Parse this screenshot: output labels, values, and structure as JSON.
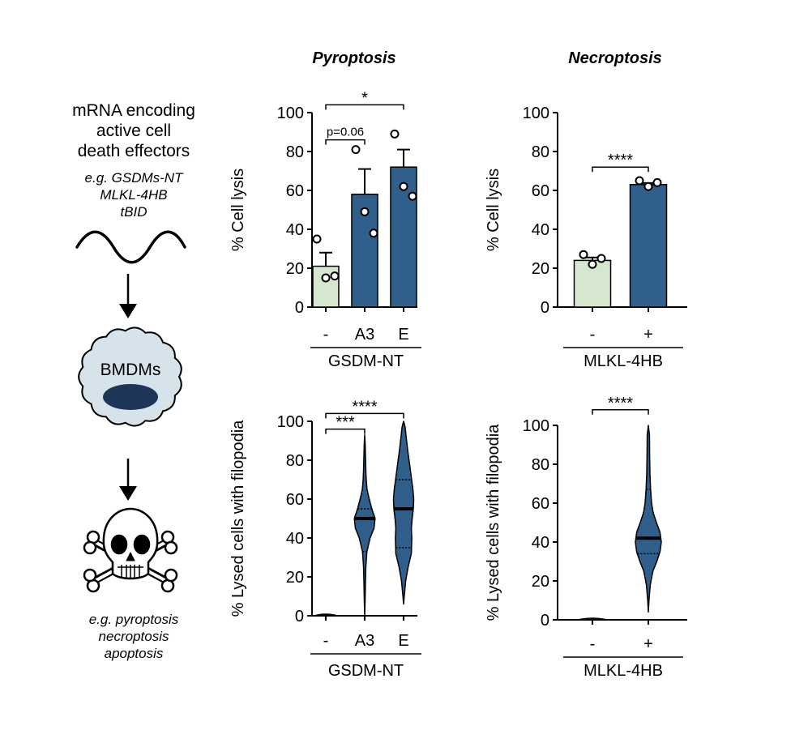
{
  "colors": {
    "control": "#d5e8cf",
    "treated": "#2f5f8a",
    "ink": "#000000",
    "cell_fill": "#d6e3ea",
    "nucleus": "#1d3557"
  },
  "titles": {
    "pyroptosis": "Pyroptosis",
    "necroptosis": "Necroptosis"
  },
  "schematic": {
    "heading": [
      "mRNA encoding",
      "active cell",
      "death effectors"
    ],
    "examples": [
      "e.g. GSDMs-NT",
      "MLKL-4HB",
      "tBID"
    ],
    "cell_label": "BMDMs",
    "outcomes": [
      "e.g. pyroptosis",
      "necroptosis",
      "apoptosis"
    ],
    "icons": [
      "mrna-wave-icon",
      "arrow-down-icon",
      "macrophage-cell-icon",
      "skull-crossbones-icon"
    ]
  },
  "chart_data": [
    {
      "id": "pyro-lysis",
      "type": "bar",
      "panel": "Pyroptosis",
      "categories": [
        "-",
        "A3",
        "E"
      ],
      "group_label": "GSDM-NT",
      "ylabel": "% Cell lysis",
      "ylim": [
        0,
        100
      ],
      "yticks": [
        0,
        20,
        40,
        60,
        80,
        100
      ],
      "values": [
        21,
        58,
        72
      ],
      "errors": [
        7,
        13,
        9
      ],
      "points": [
        [
          35,
          15,
          16
        ],
        [
          81,
          49,
          38
        ],
        [
          89,
          62,
          57
        ]
      ],
      "bar_colors": [
        "control",
        "treated",
        "treated"
      ],
      "annotations": [
        {
          "from": 0,
          "to": 1,
          "text": "p=0.06",
          "y": 86
        },
        {
          "from": 0,
          "to": 2,
          "text": "*",
          "y": 104
        }
      ]
    },
    {
      "id": "necro-lysis",
      "type": "bar",
      "panel": "Necroptosis",
      "categories": [
        "-",
        "+"
      ],
      "group_label": "MLKL-4HB",
      "ylabel": "% Cell lysis",
      "ylim": [
        0,
        100
      ],
      "yticks": [
        0,
        20,
        40,
        60,
        80,
        100
      ],
      "values": [
        24,
        63
      ],
      "errors": [
        1.5,
        0.8
      ],
      "points": [
        [
          27,
          22,
          25
        ],
        [
          65,
          62,
          64
        ]
      ],
      "bar_colors": [
        "control",
        "treated"
      ],
      "annotations": [
        {
          "from": 0,
          "to": 1,
          "text": "****",
          "y": 72
        }
      ]
    },
    {
      "id": "pyro-filopodia",
      "type": "violin",
      "panel": "Pyroptosis",
      "categories": [
        "-",
        "A3",
        "E"
      ],
      "group_label": "GSDM-NT",
      "ylabel": "% Lysed cells with filopodia",
      "ylim": [
        0,
        100
      ],
      "yticks": [
        0,
        20,
        40,
        60,
        80,
        100
      ],
      "median": [
        0,
        50,
        55
      ],
      "quartiles": [
        [
          0,
          0
        ],
        [
          33,
          55
        ],
        [
          35,
          70
        ]
      ],
      "violins": [
        {
          "category": "-",
          "profile": [
            [
              0,
              0.45
            ],
            [
              1,
              0.1
            ]
          ]
        },
        {
          "category": "A3",
          "profile": [
            [
              0,
              0
            ],
            [
              8,
              0.03
            ],
            [
              18,
              0.06
            ],
            [
              25,
              0.09
            ],
            [
              33,
              0.17
            ],
            [
              40,
              0.42
            ],
            [
              45,
              0.72
            ],
            [
              50,
              0.8
            ],
            [
              55,
              0.55
            ],
            [
              60,
              0.35
            ],
            [
              65,
              0.18
            ],
            [
              70,
              0.12
            ],
            [
              75,
              0.09
            ],
            [
              80,
              0.07
            ],
            [
              88,
              0.04
            ],
            [
              93,
              0
            ]
          ]
        },
        {
          "category": "E",
          "profile": [
            [
              6,
              0
            ],
            [
              10,
              0.05
            ],
            [
              18,
              0.16
            ],
            [
              25,
              0.35
            ],
            [
              32,
              0.6
            ],
            [
              40,
              0.63
            ],
            [
              45,
              0.6
            ],
            [
              50,
              0.66
            ],
            [
              55,
              0.75
            ],
            [
              60,
              0.78
            ],
            [
              65,
              0.72
            ],
            [
              70,
              0.62
            ],
            [
              78,
              0.46
            ],
            [
              85,
              0.32
            ],
            [
              92,
              0.2
            ],
            [
              97,
              0.12
            ],
            [
              100,
              0
            ]
          ]
        }
      ],
      "annotations": [
        {
          "from": 0,
          "to": 1,
          "text": "***",
          "y": 96
        },
        {
          "from": 0,
          "to": 2,
          "text": "****",
          "y": 104
        }
      ]
    },
    {
      "id": "necro-filopodia",
      "type": "violin",
      "panel": "Necroptosis",
      "categories": [
        "-",
        "+"
      ],
      "group_label": "MLKL-4HB",
      "ylabel": "% Lysed cells with filopodia",
      "ylim": [
        0,
        100
      ],
      "yticks": [
        0,
        20,
        40,
        60,
        80,
        100
      ],
      "median": [
        0,
        42
      ],
      "quartiles": [
        [
          0,
          0
        ],
        [
          34,
          67
        ]
      ],
      "violins": [
        {
          "category": "-",
          "profile": [
            [
              0,
              0.45
            ],
            [
              1,
              0.1
            ]
          ]
        },
        {
          "category": "+",
          "profile": [
            [
              4,
              0
            ],
            [
              10,
              0.04
            ],
            [
              18,
              0.12
            ],
            [
              25,
              0.28
            ],
            [
              30,
              0.52
            ],
            [
              35,
              0.72
            ],
            [
              40,
              0.8
            ],
            [
              45,
              0.72
            ],
            [
              50,
              0.5
            ],
            [
              55,
              0.3
            ],
            [
              60,
              0.2
            ],
            [
              67,
              0.14
            ],
            [
              75,
              0.1
            ],
            [
              85,
              0.08
            ],
            [
              95,
              0.07
            ],
            [
              100,
              0
            ]
          ]
        }
      ],
      "annotations": [
        {
          "from": 0,
          "to": 1,
          "text": "****",
          "y": 108
        }
      ]
    }
  ]
}
